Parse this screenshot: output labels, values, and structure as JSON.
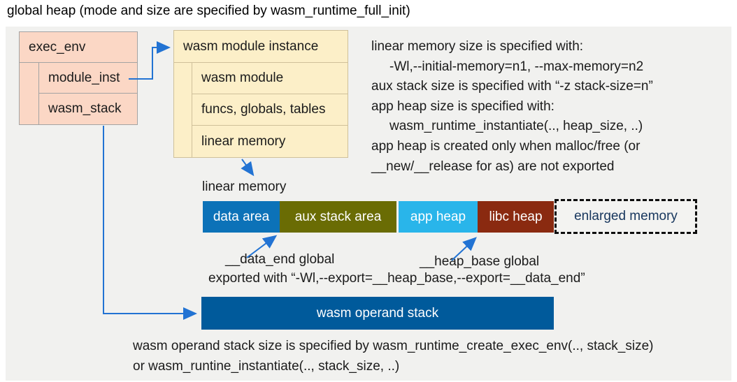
{
  "title": "global heap (mode and size are specified by wasm_runtime_full_init)",
  "exec_env": {
    "header": "exec_env",
    "rows": [
      "module_inst",
      "wasm_stack"
    ]
  },
  "module_instance": {
    "header": "wasm module instance",
    "rows": [
      "wasm module",
      "funcs, globals, tables",
      "linear memory"
    ]
  },
  "notes": {
    "lines": [
      "linear memory size is specified with:",
      "-Wl,--initial-memory=n1, --max-memory=n2",
      "aux stack size is specified with “-z stack-size=n”",
      "app heap size is specified with:",
      "wasm_runtime_instantiate(.., heap_size, ..)",
      "app heap is created only when malloc/free (or",
      "__new/__release for as) are not exported"
    ]
  },
  "linear_memory": {
    "label": "linear memory",
    "segments": [
      {
        "label": "data area",
        "color": "#0c72b8"
      },
      {
        "label": "aux stack area",
        "color": "#6a6c04"
      },
      {
        "label": "app heap",
        "color": "#29b5ea"
      },
      {
        "label": "libc heap",
        "color": "#8a2a10"
      },
      {
        "label": "enlarged memory",
        "color": "#17365d",
        "style": "dashed-outline"
      }
    ]
  },
  "annotations": {
    "data_end_label": "__data_end global",
    "heap_base_label": "__heap_base global",
    "exported_line": "exported with “-Wl,--export=__heap_base,--export=__data_end”"
  },
  "operand_stack": {
    "label": "wasm operand stack",
    "color": "#005a9b",
    "notes": [
      "wasm operand stack size is specified by wasm_runtime_create_exec_env(.., stack_size)",
      "or wasm_runtine_instantiate(.., stack_size, ..)"
    ]
  },
  "colors": {
    "panel_bg": "#f1f1ef",
    "exec_env_fill": "#fbd7c5",
    "module_instance_fill": "#fcefc8",
    "arrow_blue": "#2273d3",
    "enlarged_text": "#17365d"
  }
}
